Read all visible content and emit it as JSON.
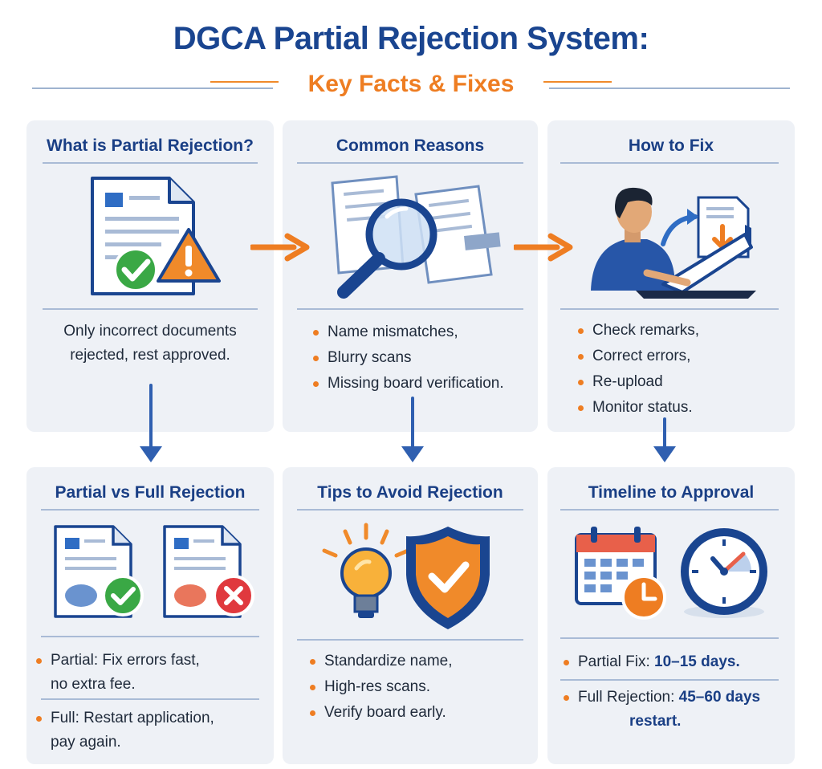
{
  "header": {
    "title": "DGCA Partial Rejection System:",
    "subtitle": "Key Facts & Fixes"
  },
  "colors": {
    "navy": "#1a4590",
    "orange": "#ee7d22",
    "card_bg": "#eef1f6",
    "green": "#3aa845",
    "red": "#e0393e"
  },
  "cards": {
    "what": {
      "title": "What is Partial Rejection?",
      "text_line1": "Only incorrect documents",
      "text_line2": "rejected, rest approved.",
      "icons": [
        "document-icon",
        "check-badge-icon",
        "warning-icon"
      ]
    },
    "reasons": {
      "title": "Common Reasons",
      "items": [
        "Name mismatches,",
        "Blurry scans",
        "Missing board verification."
      ],
      "icons": [
        "documents-icon",
        "magnifier-icon"
      ]
    },
    "fix": {
      "title": "How to Fix",
      "items": [
        "Check remarks,",
        "Correct errors,",
        "Re-upload",
        "Monitor status."
      ],
      "icons": [
        "person-laptop-icon",
        "upload-document-icon"
      ]
    },
    "compare": {
      "title": "Partial vs Full Rejection",
      "partial_line1": "Partial: Fix errors fast,",
      "partial_line2": "no extra fee.",
      "full_line1": "Full: Restart application,",
      "full_line2": "pay again.",
      "icons": [
        "approved-document-icon",
        "rejected-document-icon"
      ]
    },
    "tips": {
      "title": "Tips to Avoid Rejection",
      "items": [
        "Standardize name,",
        "High-res scans.",
        "Verify board early."
      ],
      "icons": [
        "lightbulb-icon",
        "shield-check-icon"
      ]
    },
    "timeline": {
      "title": "Timeline to Approval",
      "partial_label": "Partial Fix: ",
      "partial_value": "10–15 days.",
      "full_label": "Full Rejection: ",
      "full_value": "45–60 days",
      "full_value2": "restart.",
      "icons": [
        "calendar-icon",
        "clock-icon"
      ]
    }
  }
}
